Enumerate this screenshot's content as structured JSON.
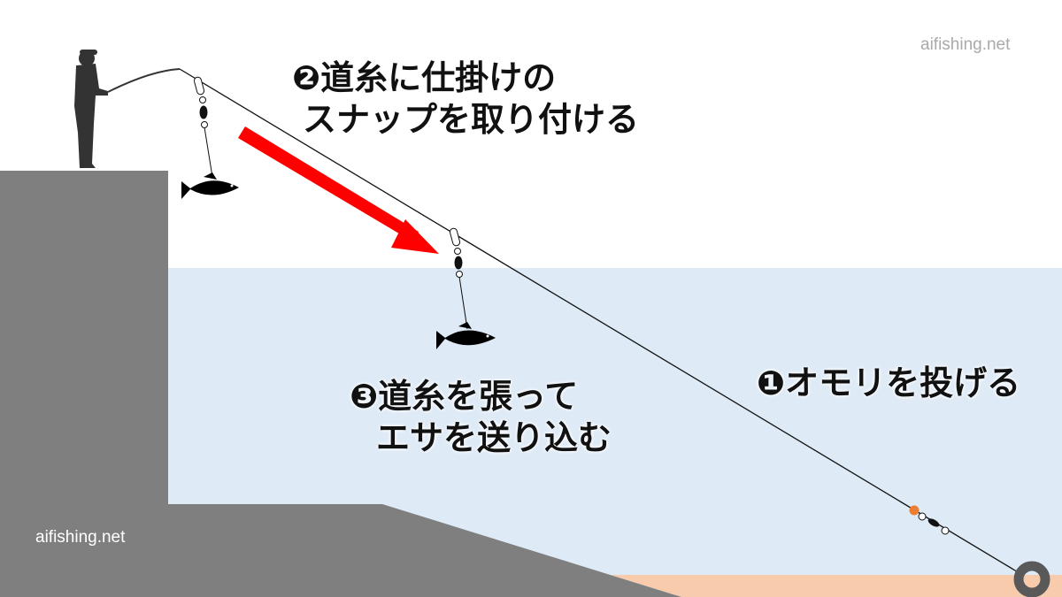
{
  "watermark_top": "aifishing.net",
  "watermark_bottom": "aifishing.net",
  "step2": {
    "line1": "❷道糸に仕掛けの",
    "line2": "スナップを取り付ける"
  },
  "step3": {
    "line1": "❸道糸を張って",
    "line2": "エサを送り込む"
  },
  "step1": {
    "line1": "❶オモリを投げる"
  },
  "colors": {
    "water": "#deeaf6",
    "pier": "#7f7f7f",
    "sand": "#f8cbad",
    "arrow": "#ff0000",
    "float": "#ed7d31"
  }
}
